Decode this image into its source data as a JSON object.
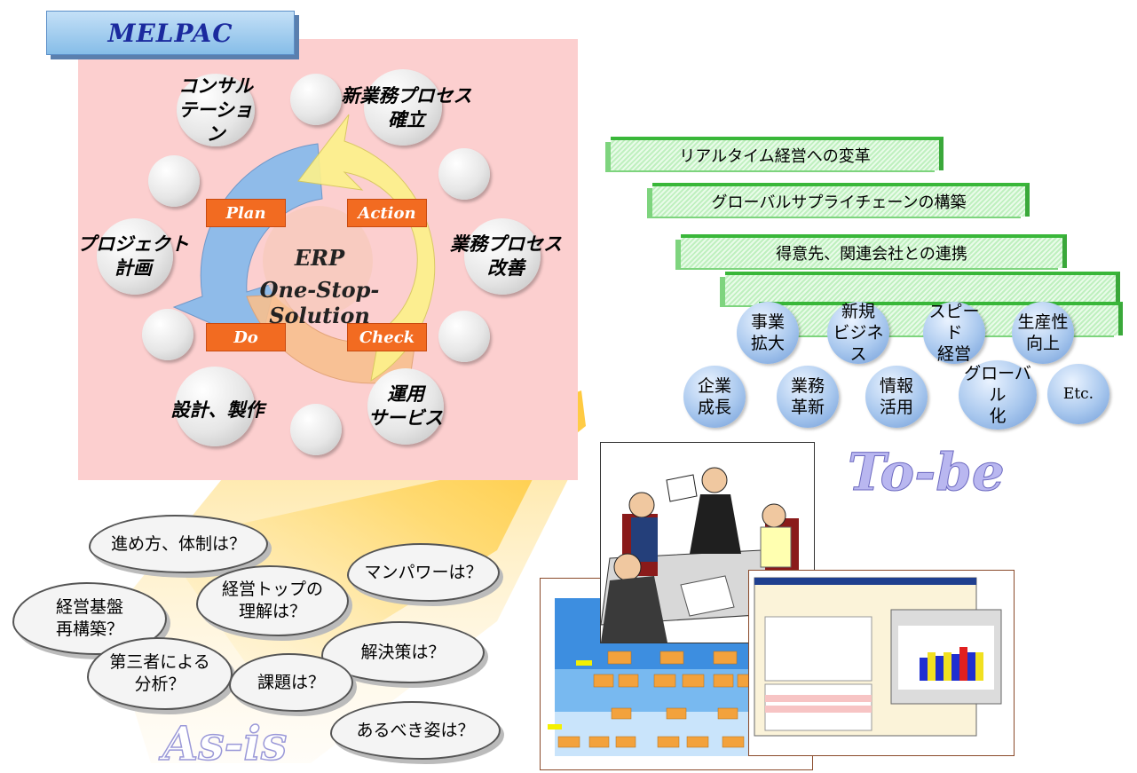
{
  "header": {
    "title": "MELPAC"
  },
  "cycle": {
    "center_line1": "ERP",
    "center_line2": "One-Stop-Solution",
    "phases": {
      "plan": "Plan",
      "action": "Action",
      "do": "Do",
      "check": "Check"
    },
    "circles": {
      "consulting": "コンサル\nテーション",
      "new_process": "新業務プロセス\n確立",
      "process_improve": "業務プロセス\n改善",
      "operation": "運用\nサービス",
      "design": "設計、製作",
      "project_plan": "プロジェクト\n計画"
    }
  },
  "tobe": {
    "label": "To-be",
    "banners": [
      "リアルタイム経営への変革",
      "グローバルサプライチェーンの構築",
      "得意先、関連会社との連携"
    ],
    "bubbles_row1": [
      "事業\n拡大",
      "新規\nビジネス",
      "スピード\n経営",
      "生産性\n向上"
    ],
    "bubbles_row2": [
      "企業\n成長",
      "業務\n革新",
      "情報\n活用",
      "グローバル\n化",
      "Etc."
    ]
  },
  "asis": {
    "label": "As-is",
    "clouds": {
      "method": "進め方、体制は？",
      "top_mgmt": "経営トップの\n理解は？",
      "manpower": "マンパワーは？",
      "rebuild": "経営基盤\n再構築？",
      "third_party": "第三者による\n分析？",
      "solution": "解決策は？",
      "issue": "課題は？",
      "ideal": "あるべき姿は？"
    }
  },
  "colors": {
    "pink_bg": "#fccfcf",
    "phase_tag": "#f26b21",
    "banner_green": "#39b739",
    "bubble_blue": "#8fb6e8",
    "title_blue": "#1b2a9e"
  }
}
